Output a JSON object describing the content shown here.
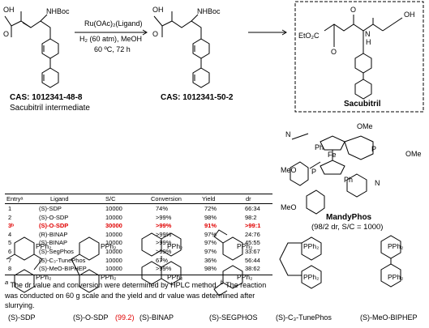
{
  "reaction": {
    "reagent_line1": "Ru(OAc)₂(Ligand)",
    "reagent_line2": "H₂ (60 atm), MeOH",
    "reagent_line3": "60 ºC, 72 h",
    "sm_cas": "CAS: 1012341-48-8",
    "sm_name": "Sacubitril intermediate",
    "product_cas": "CAS: 1012341-50-2",
    "target_name": "Sacubitril",
    "sm_labels": {
      "oh": "OH",
      "o": "O",
      "nh": "NHBoc"
    },
    "target_labels": {
      "eto2c": "EtO₂C",
      "nh": "N",
      "h": "H",
      "oh": "OH",
      "o1": "O",
      "o2": "O"
    }
  },
  "table": {
    "headers": [
      "Entryᵃ",
      "Ligand",
      "S/C",
      "Conversion",
      "Yield",
      "dr"
    ],
    "rows": [
      {
        "entry": "1",
        "ligand": "(S)-SDP",
        "sc": "10000",
        "conv": "74%",
        "yield": "72%",
        "dr": "66:34",
        "hl": false
      },
      {
        "entry": "2",
        "ligand": "(S)-O-SDP",
        "sc": "10000",
        "conv": ">99%",
        "yield": "98%",
        "dr": "98:2",
        "hl": false
      },
      {
        "entry": "3ᵇ",
        "ligand": "(S)-O-SDP",
        "sc": "30000",
        "conv": ">99%",
        "yield": "91%",
        "dr": ">99:1",
        "hl": true
      },
      {
        "entry": "4",
        "ligand": "(R)-BINAP",
        "sc": "10000",
        "conv": ">99%",
        "yield": "97%",
        "dr": "24:76",
        "hl": false
      },
      {
        "entry": "5",
        "ligand": "(S)-BINAP",
        "sc": "10000",
        "conv": ">99%",
        "yield": "97%",
        "dr": "45:55",
        "hl": false
      },
      {
        "entry": "6",
        "ligand": "(S)-SegPhos",
        "sc": "10000",
        "conv": ">99%",
        "yield": "97%",
        "dr": "33:67",
        "hl": false
      },
      {
        "entry": "7",
        "ligand": "(S)-C₃-TunePhos",
        "sc": "10000",
        "conv": "67%",
        "yield": "36%",
        "dr": "56:44",
        "hl": false
      },
      {
        "entry": "8",
        "ligand": "(S)-MeO-BIPHEP",
        "sc": "10000",
        "conv": ">99%",
        "yield": "98%",
        "dr": "38:62",
        "hl": false
      }
    ]
  },
  "footnote": {
    "a_mark": "a",
    "a_text": " The dr value and conversion were determined by HPLC method. ",
    "b_mark": "b",
    "b_text": " The reaction was conducted on 60 g scale and the yield and dr value was determined after slurrying."
  },
  "mandyphos": {
    "name": "MandyPhos",
    "caption": "(98/2 dr, S/C = 1000)",
    "fe": "Fe",
    "p": "P",
    "n": "N",
    "ph": "Ph",
    "ome": "OMe",
    "meo": "MeO"
  },
  "ligands": [
    {
      "name": "(S)-SDP",
      "extra": ""
    },
    {
      "name": "(S)-O-SDP",
      "extra": "(99.2)"
    },
    {
      "name": "(S)-BINAP",
      "extra": ""
    },
    {
      "name": "(S)-SEGPHOS",
      "extra": ""
    },
    {
      "name": "(S)-C₃-TunePhos",
      "extra": ""
    },
    {
      "name": "(S)-MeO-BIPHEP",
      "extra": ""
    }
  ],
  "struct_labels": {
    "pph2": "PPh₂",
    "o": "O",
    "meo": "MeO"
  },
  "colors": {
    "highlight": "#e00000",
    "text": "#000000"
  }
}
